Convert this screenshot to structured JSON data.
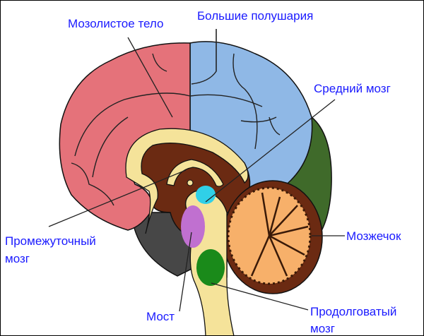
{
  "labels": {
    "corpus_callosum": "Мозолистое тело",
    "cerebral_hemispheres": "Большие полушария",
    "midbrain": "Средний мозг",
    "diencephalon_line1": "Промежуточный",
    "diencephalon_line2": "мозг",
    "cerebellum": "Мозжечок",
    "pons": "Мост",
    "medulla_line1": "Продолговатый",
    "medulla_line2": "мозг"
  },
  "colors": {
    "label_text": "#1a1aff",
    "frontal_region": "#e5727a",
    "parietal_region": "#8fb8e6",
    "occipital_region": "#3f6a2a",
    "diencephalon": "#6b2a12",
    "corpus_callosum": "#f5e39a",
    "cerebellum_core": "#f7b06a",
    "pons": "#c070d0",
    "medulla": "#1a8a1a",
    "midbrain": "#30d0e8",
    "brainstem_base": "#444444"
  }
}
